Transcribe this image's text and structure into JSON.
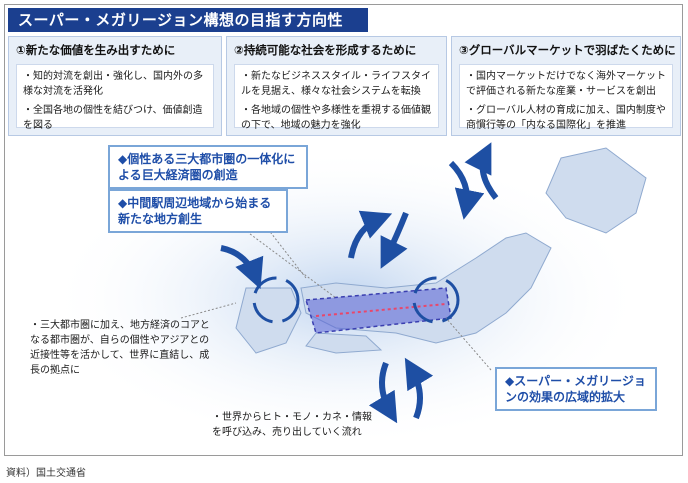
{
  "title": "スーパー・メガリージョン構想の目指す方向性",
  "panels": [
    {
      "heading": "①新たな価値を生み出すために",
      "bullets": [
        "・知的対流を創出・強化し、国内外の多様な対流を活発化",
        "・全国各地の個性を結びつけ、価値創造を図る"
      ]
    },
    {
      "heading": "②持続可能な社会を形成するために",
      "bullets": [
        "・新たなビジネススタイル・ライフスタイルを見据え、様々な社会システムを転換",
        "・各地域の個性や多様性を重視する価値観の下で、地域の魅力を強化"
      ]
    },
    {
      "heading": "③グローバルマーケットで羽ばたくために",
      "bullets": [
        "・国内マーケットだけでなく海外マーケットで評価される新たな産業・サービスを創出",
        "・グローバル人材の育成に加え、国内制度や商慣行等の「内なる国際化」を推進"
      ]
    }
  ],
  "callouts": {
    "c1": "◆個性ある三大都市圏の一体化による巨大経済圏の創造",
    "c2": "◆中間駅周辺地域から始まる新たな地方創生",
    "c3": "◆スーパー・メガリージョンの効果の広域的拡大"
  },
  "notes": {
    "left": "・三大都市圏に加え、地方経済のコアとなる都市圏が、自らの個性やアジアとの近接性等を活かして、世界に直結し、成長の拠点に",
    "bottom": "・世界からヒト・モノ・カネ・情報を呼び込み、売り出していく流れ"
  },
  "source": "資料）国土交通省",
  "colors": {
    "title_bg": "#1b3f8f",
    "callout_text": "#1f4ea8",
    "arrow": "#1e4fa3",
    "region_fill": "#5a63d6",
    "panel_bg": "#e8eff8"
  }
}
